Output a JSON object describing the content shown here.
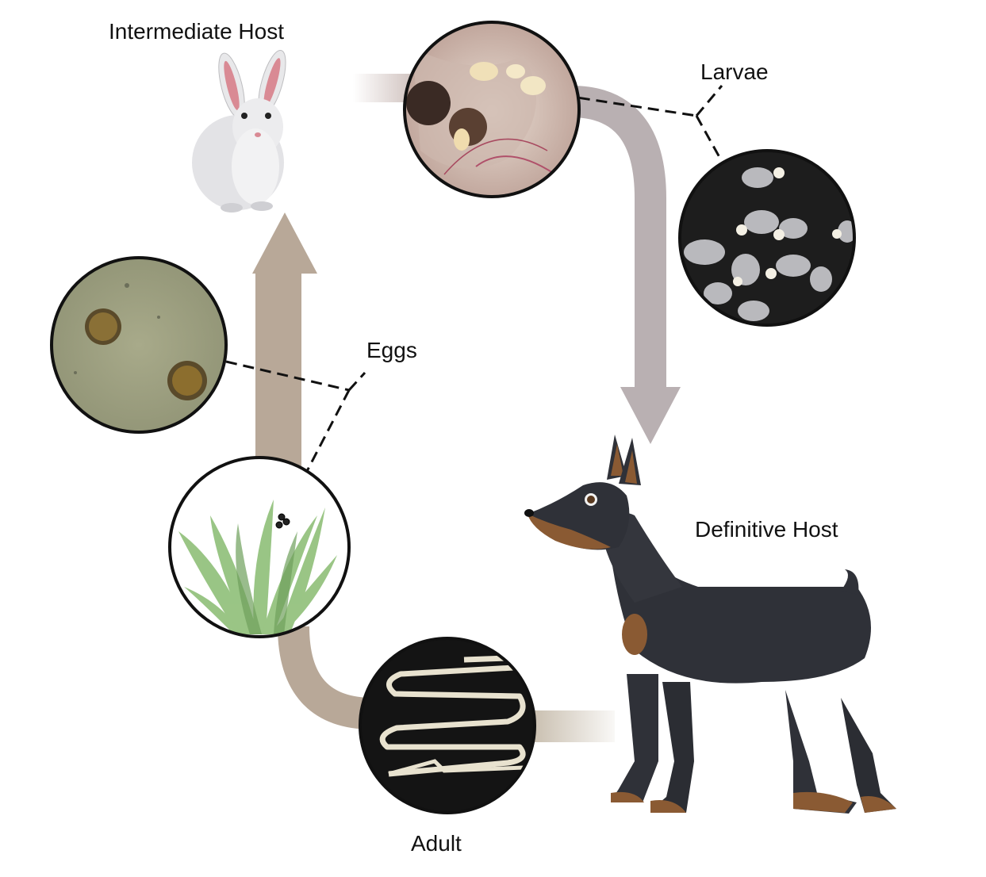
{
  "labels": {
    "intermediate_host": "Intermediate Host",
    "larvae": "Larvae",
    "eggs": "Eggs",
    "definitive_host": "Definitive Host",
    "adult": "Adult"
  },
  "colors": {
    "arrow_left": "#b8a898",
    "arrow_right": "#b9b0b2",
    "circle_border": "#111111",
    "leader_line": "#111111",
    "grass": "#8fbf78",
    "dog_body": "#2f3138",
    "dog_tan": "#8a5a33",
    "rabbit": "#e6e6e8"
  },
  "icons": [
    "rabbit-icon",
    "dog-icon",
    "grass-icon",
    "egg-micrograph-icon",
    "larvae-micrograph-icon",
    "cyst-tissue-icon",
    "adult-worm-icon"
  ]
}
